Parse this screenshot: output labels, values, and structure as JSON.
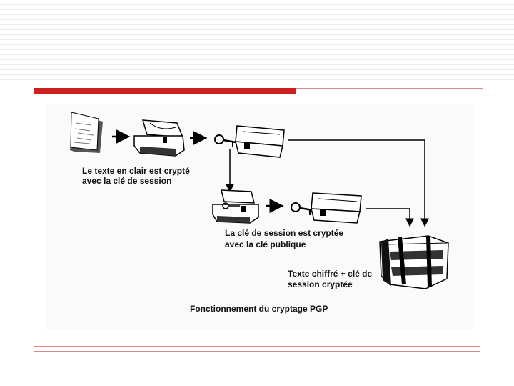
{
  "captions": {
    "step1_line1": "Le texte en clair est crypté",
    "step1_line2": "avec la clé de session",
    "step2_line1": "La clé de session est cryptée",
    "step2_line2": "avec la clé publique",
    "result_line1": "Texte chiffré + clé de",
    "result_line2": "session cryptée"
  },
  "diagram_title": "Fonctionnement du cryptage PGP",
  "colors": {
    "accent_red": "#cc1f1f",
    "line_red": "#d88a8a"
  },
  "icons": [
    "document-icon",
    "open-chest-icon",
    "key-icon",
    "locked-chest-icon",
    "strapped-package-icon"
  ]
}
